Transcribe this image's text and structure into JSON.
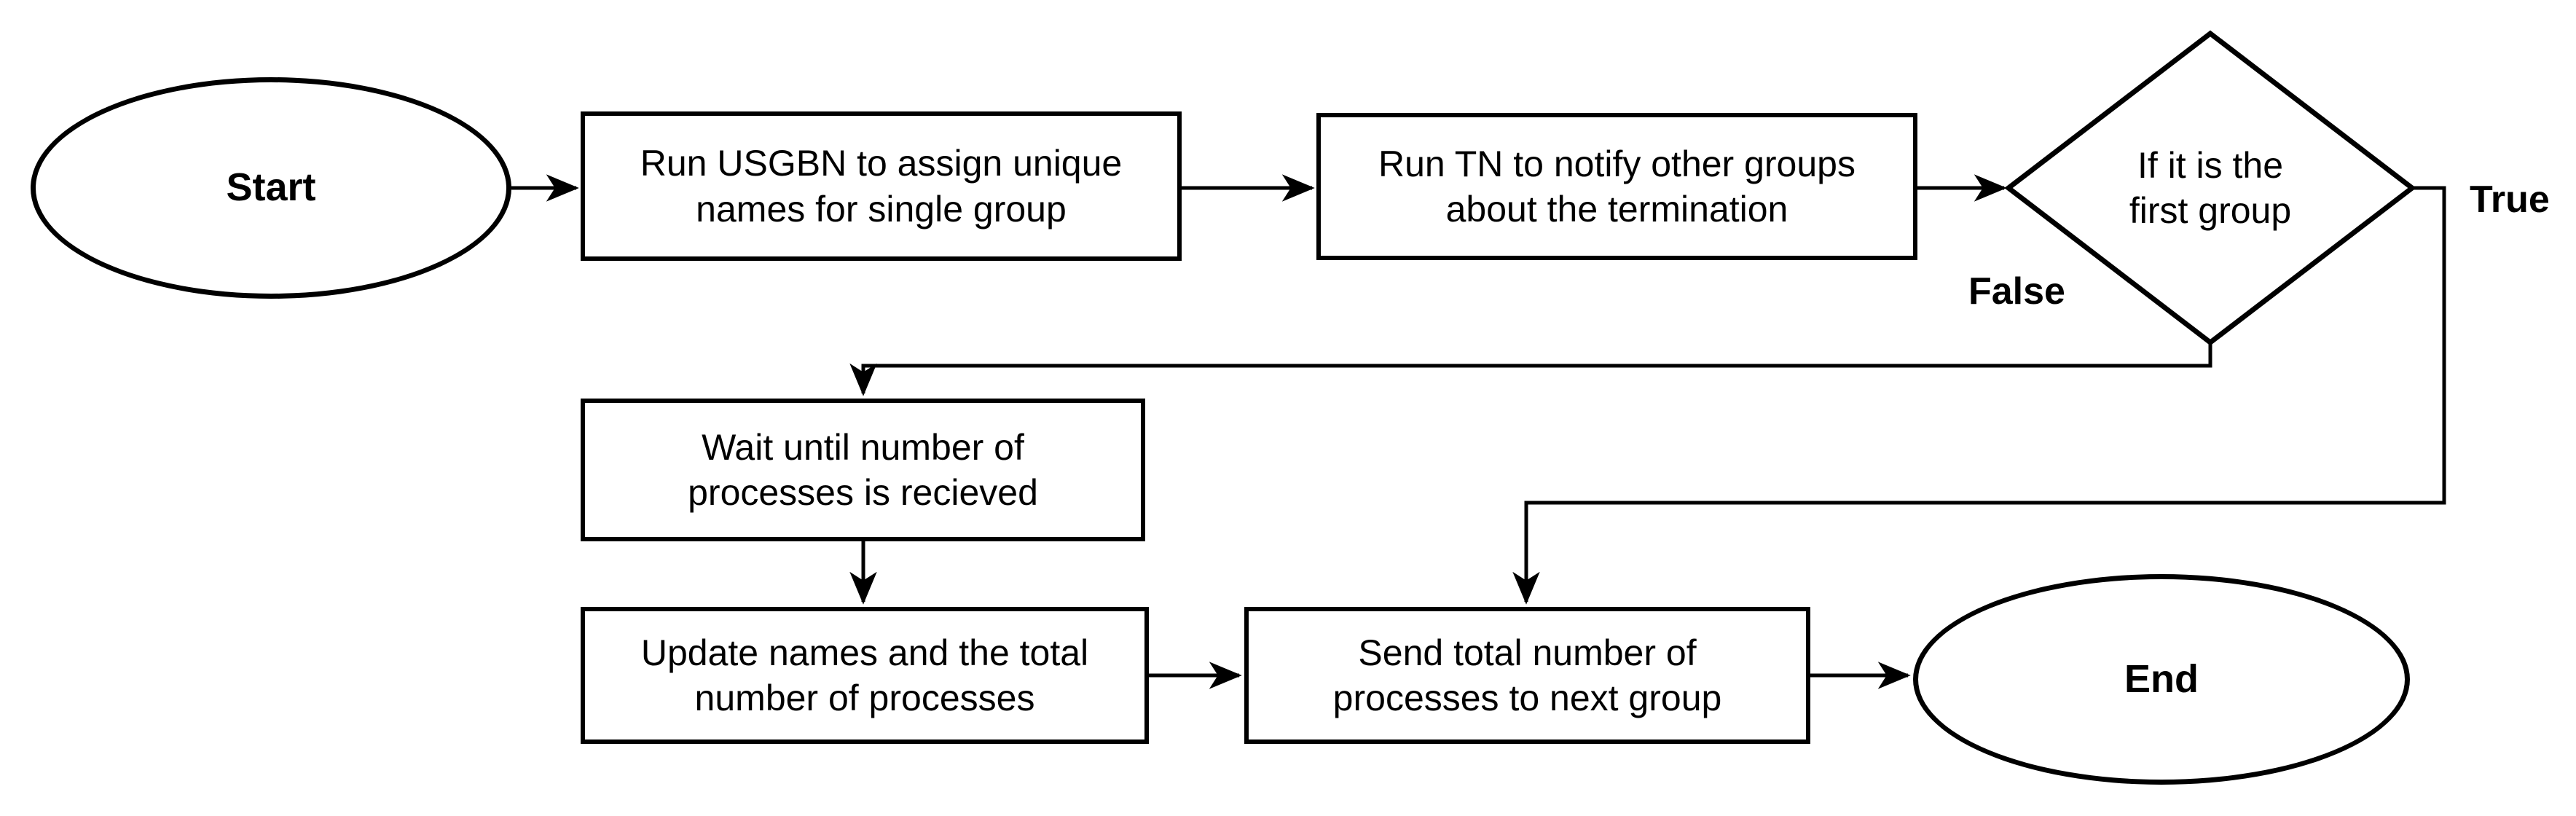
{
  "diagram": {
    "background_color": "#ffffff",
    "stroke_color": "#000000",
    "text_color": "#000000",
    "nodes": [
      {
        "id": "start",
        "type": "terminator",
        "label": "Start"
      },
      {
        "id": "run-usgbn",
        "type": "process",
        "label": "Run USGBN to assign unique\nnames for single group"
      },
      {
        "id": "run-tn",
        "type": "process",
        "label": "Run TN to notify other groups\nabout the termination"
      },
      {
        "id": "decision-first-group",
        "type": "decision",
        "label": "If it is the\nfirst group"
      },
      {
        "id": "wait-processes",
        "type": "process",
        "label": "Wait until number of\nprocesses is recieved"
      },
      {
        "id": "update-names",
        "type": "process",
        "label": "Update names and the total\nnumber of processes"
      },
      {
        "id": "send-total",
        "type": "process",
        "label": "Send total number of\nprocesses to next group"
      },
      {
        "id": "end",
        "type": "terminator",
        "label": "End"
      }
    ],
    "edge_labels": [
      {
        "id": "true-branch",
        "text": "True"
      },
      {
        "id": "false-branch",
        "text": "False"
      }
    ]
  }
}
